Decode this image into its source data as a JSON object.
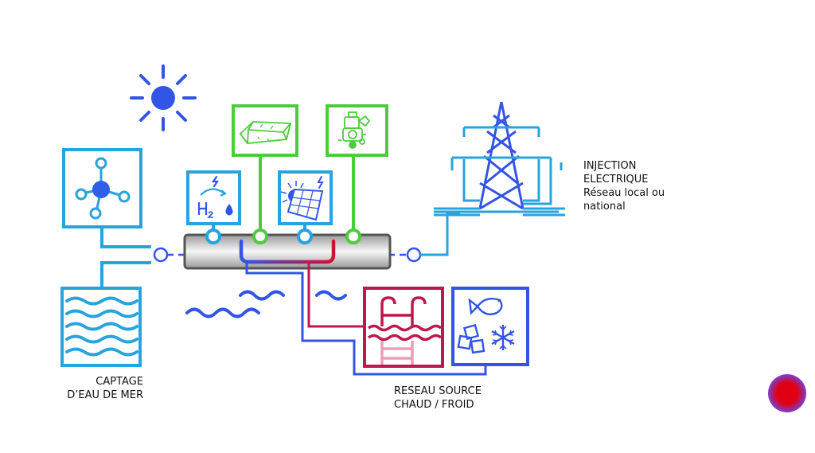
{
  "labels": {
    "injection": {
      "line1": "INJECTION",
      "line2": "ELECTRIQUE",
      "line3": "Réseau local ou",
      "line4": "national"
    },
    "captage": {
      "line1": "CAPTAGE",
      "line2": "D’EAU DE MER"
    },
    "reseau": {
      "line1": "RESEAU SOURCE",
      "line2": "CHAUD / FROID"
    }
  },
  "icons": {
    "sun": "sun-icon",
    "molecule": "molecule-icon",
    "seawater": "seawater-waves-icon",
    "hydrogen": "hydrogen-icon",
    "storage": "storage-block-icon",
    "solar_panel": "solar-panel-icon",
    "engine": "engine-icon",
    "pylon": "power-pylon-icon",
    "pool": "pool-ladder-icon",
    "cold": "cold-fish-ice-snowflake-icon",
    "indicator": "red-dot-indicator"
  },
  "colors": {
    "cyan": "#29a3dc",
    "blue": "#2f5fe8",
    "green": "#4ccb3d",
    "crimson": "#c0164a",
    "dark_blue": "#3355e6",
    "indicator_red": "#e00013",
    "text": "#111111"
  }
}
